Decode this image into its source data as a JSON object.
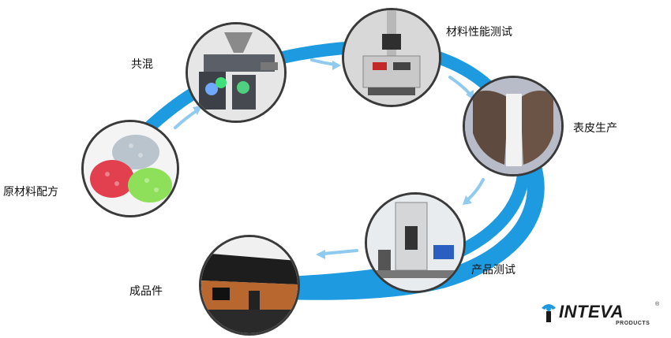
{
  "diagram": {
    "steps": [
      {
        "id": "raw",
        "label": "原材料配方",
        "icon": "pellets-photo"
      },
      {
        "id": "mix",
        "label": "共混",
        "icon": "extruder-photo"
      },
      {
        "id": "test_material",
        "label": "材料性能测试",
        "icon": "testing-machine-photo"
      },
      {
        "id": "skin",
        "label": "表皮生产",
        "icon": "skin-film-photo"
      },
      {
        "id": "test_product",
        "label": "产品测试",
        "icon": "lab-photo"
      },
      {
        "id": "finished",
        "label": "成品件",
        "icon": "dashboard-photo"
      }
    ]
  },
  "logo": {
    "word": "INTEVA",
    "sub": "PRODUCTS",
    "tm": "®"
  },
  "colors": {
    "ring": "#1e9be0",
    "arrow": "#8fcaf0",
    "dark": "#1a1a1a"
  }
}
